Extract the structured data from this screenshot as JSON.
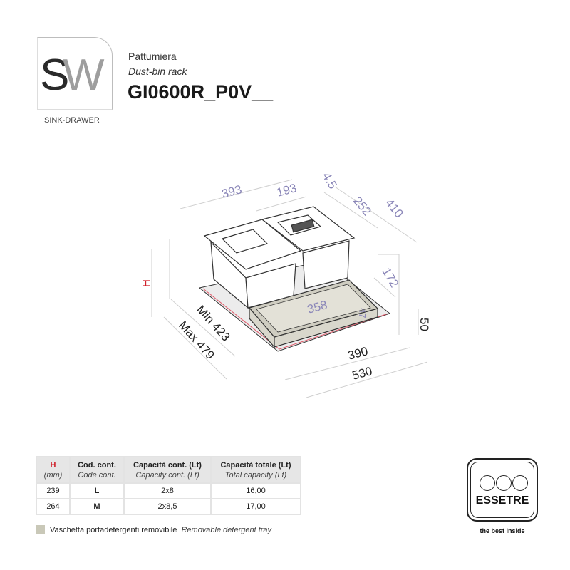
{
  "logo": {
    "letters_dark": "S",
    "letters_light": "W",
    "subtitle": "SINK-DRAWER"
  },
  "header": {
    "title_it": "Pattumiera",
    "title_en": "Dust-bin rack",
    "code": "GI0600R_P0V__"
  },
  "drawing": {
    "dims": {
      "d393": "393",
      "d193": "193",
      "d4_5": "4.5",
      "d252": "252",
      "d410": "410",
      "H": "H",
      "d172": "172",
      "d358": "358",
      "d47": "47",
      "d50": "50",
      "min": "Min 423",
      "max": "Max 479",
      "d390": "390",
      "d530": "530"
    },
    "colors": {
      "dimension": "#8a86b8",
      "height": "#d0202a",
      "tray": "#d9d7cc",
      "base_edge": "#e05a6a"
    }
  },
  "table": {
    "headers": [
      {
        "it": "H",
        "en": "(mm)"
      },
      {
        "it": "Cod. cont.",
        "en": "Code cont."
      },
      {
        "it": "Capacità cont. (Lt)",
        "en": "Capacity cont. (Lt)"
      },
      {
        "it": "Capacità totale (Lt)",
        "en": "Total capacity (Lt)"
      }
    ],
    "rows": [
      [
        "239",
        "L",
        "2x8",
        "16,00"
      ],
      [
        "264",
        "M",
        "2x8,5",
        "17,00"
      ]
    ]
  },
  "legend": {
    "it": "Vaschetta portadetergenti removibile",
    "en": "Removable detergent tray",
    "swatch_color": "#c9c8b8"
  },
  "brand": {
    "name": "ESSETRE",
    "tagline": "the best inside"
  }
}
